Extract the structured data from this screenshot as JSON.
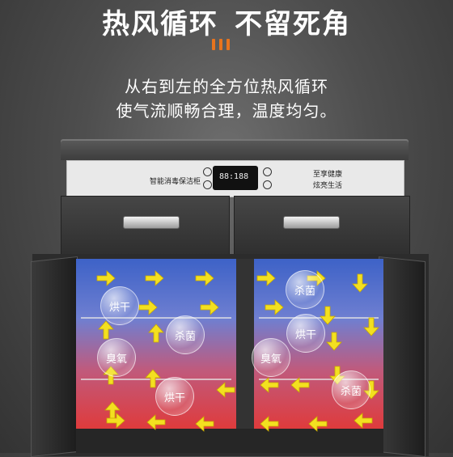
{
  "headline": {
    "part1": "热风循环",
    "part2": "不留死角"
  },
  "subtitle": {
    "line1": "从右到左的全方位热风循环",
    "line2": "使气流顺畅合理，温度均匀。"
  },
  "control_panel": {
    "label_left": "智能消毒保洁柜",
    "display": "88:188",
    "label_right_1": "至享健康",
    "label_right_2": "炫亮生活"
  },
  "bubbles": {
    "dry": "烘干",
    "sterilize": "杀菌",
    "deodorize": "臭氧"
  },
  "colors": {
    "accent": "#e8741e",
    "arrow": "#f3e020",
    "cool": "#3d62c7",
    "hot": "#e03a3a"
  }
}
